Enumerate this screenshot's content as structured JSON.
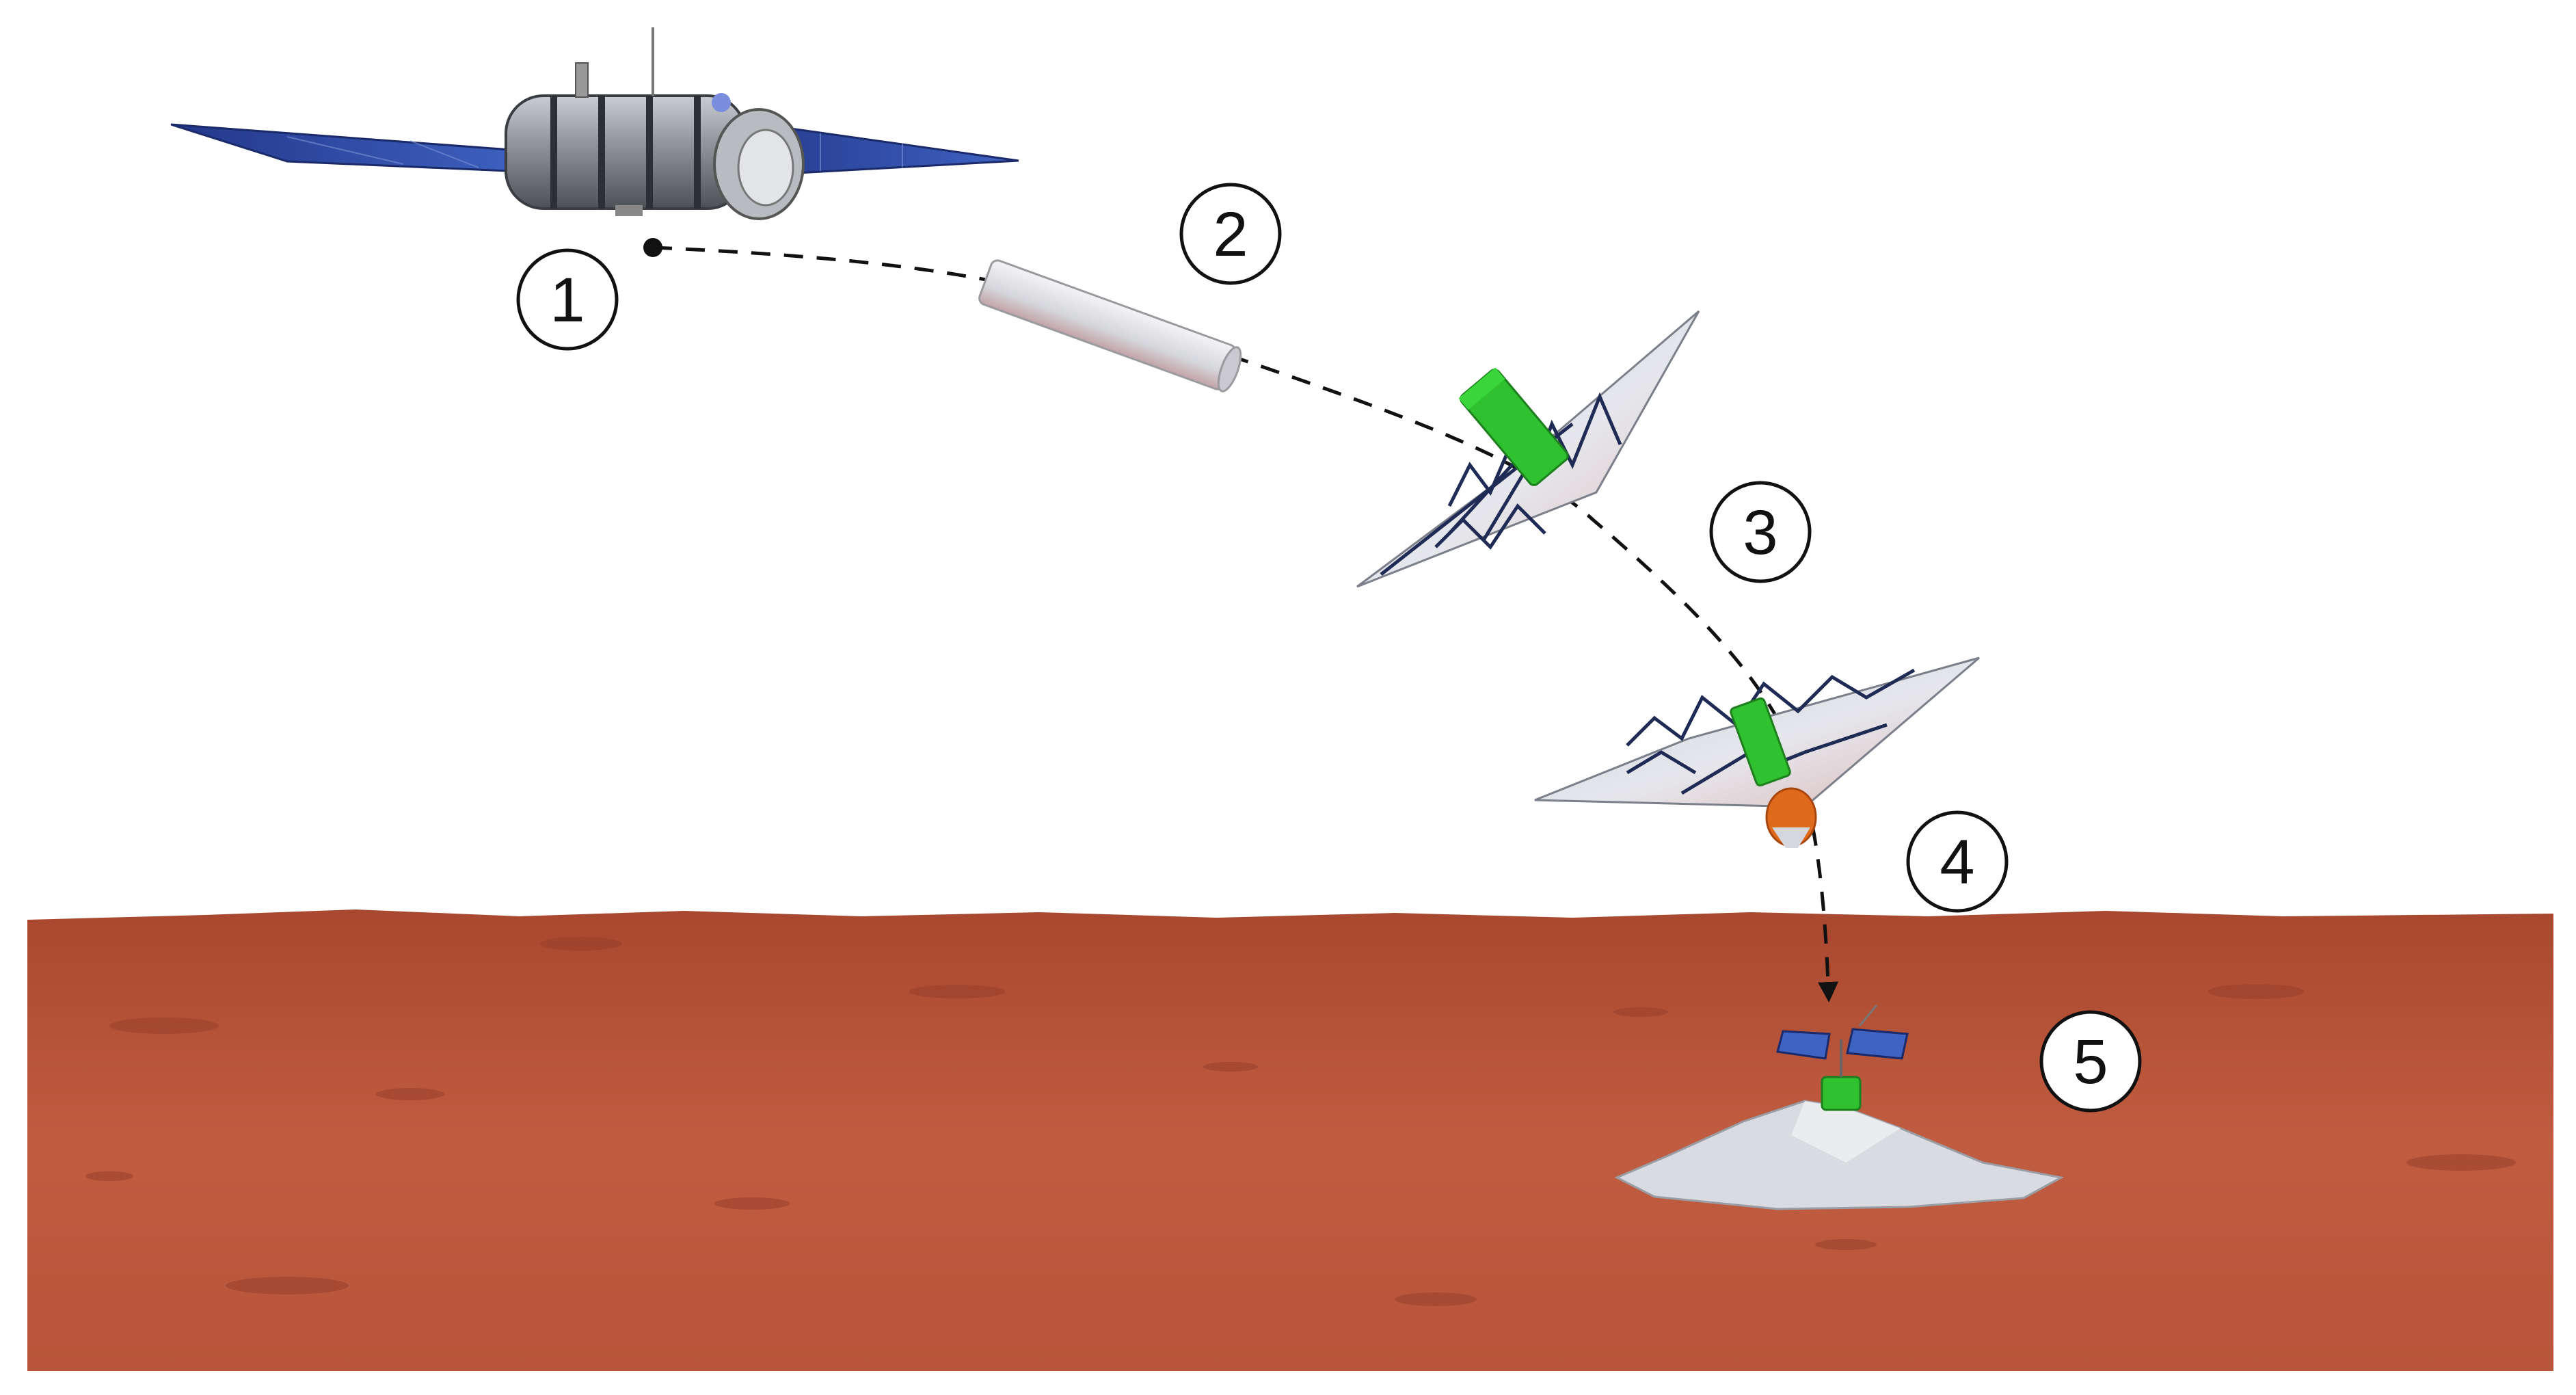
{
  "steps": [
    {
      "label": "1"
    },
    {
      "label": "2"
    },
    {
      "label": "3"
    },
    {
      "label": "4"
    },
    {
      "label": "5"
    }
  ],
  "colors": {
    "surface": "#b8553a",
    "surface_dark": "#9b4330",
    "solar_panel": "#2f4fa8",
    "panel_grid": "#7d92d6",
    "spacecraft_body": "#8b8f94",
    "aeroshell": "#dcdde2",
    "frame": "#1f2a55",
    "green_module": "#2fc12f",
    "retro_rocket": "#e06a1b",
    "trajectory": "#111111"
  },
  "icons": [
    "orbiter-icon",
    "capsule-icon",
    "parachute-icon",
    "lander-icon"
  ]
}
